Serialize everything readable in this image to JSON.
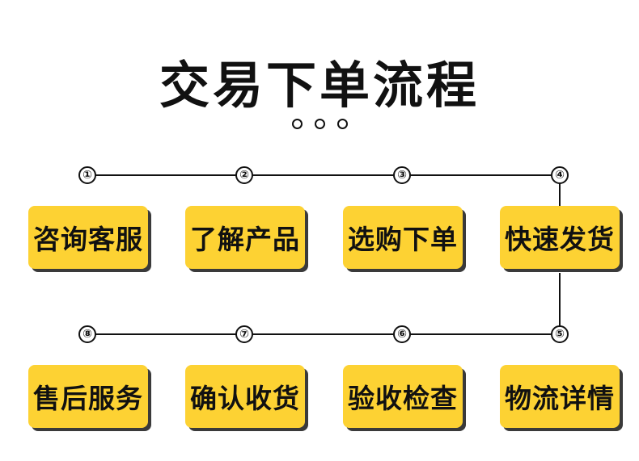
{
  "title": "交易下单流程",
  "colors": {
    "box": "#fdd233",
    "line": "#111111",
    "shadow": "#3a3a3a"
  },
  "steps": [
    {
      "num": "①",
      "label": "咨询客服"
    },
    {
      "num": "②",
      "label": "了解产品"
    },
    {
      "num": "③",
      "label": "选购下单"
    },
    {
      "num": "④",
      "label": "快速发货"
    },
    {
      "num": "⑤",
      "label": "物流详情"
    },
    {
      "num": "⑥",
      "label": "验收检查"
    },
    {
      "num": "⑦",
      "label": "确认收货"
    },
    {
      "num": "⑧",
      "label": "售后服务"
    }
  ]
}
